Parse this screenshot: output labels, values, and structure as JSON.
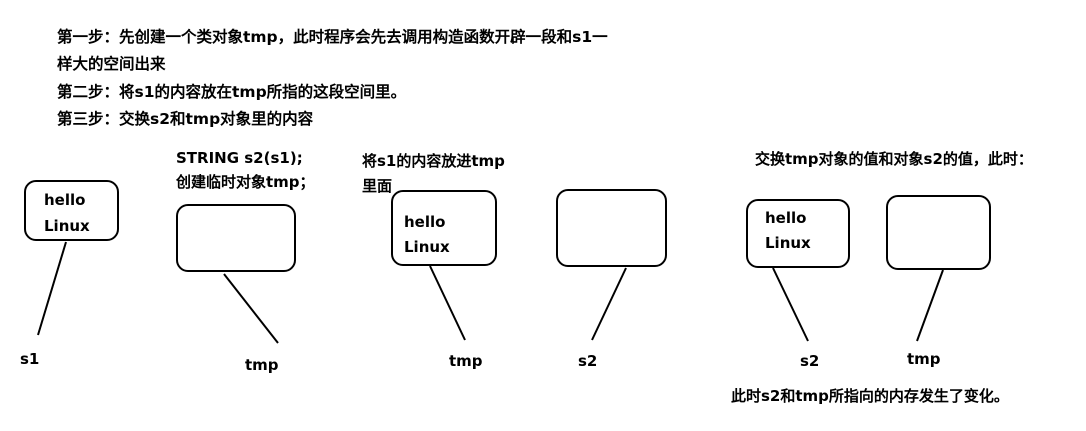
{
  "steps": {
    "step1_line1": "第一步：先创建一个类对象tmp，此时程序会先去调用构造函数开辟一段和s1一",
    "step1_line2": "样大的空间出来",
    "step2": "第二步：将s1的内容放在tmp所指的这段空间里。",
    "step3": "第三步：交换s2和tmp对象里的内容"
  },
  "panel1": {
    "s1_box_lines": [
      "hello",
      "Linux"
    ],
    "s1_label": "s1",
    "caption_line1": "STRING s2(s1);",
    "caption_line2": "创建临时对象tmp；",
    "tmp_label": "tmp"
  },
  "panel2": {
    "caption_line1": "将s1的内容放进tmp",
    "caption_line2": "里面",
    "tmp_box_lines": [
      "hello",
      "Linux"
    ],
    "tmp_label": "tmp",
    "s2_label": "s2"
  },
  "panel3": {
    "caption": "交换tmp对象的值和对象s2的值，此时：",
    "s2_box_lines": [
      "hello",
      "Linux"
    ],
    "s2_label": "s2",
    "tmp_label": "tmp",
    "footer": "此时s2和tmp所指向的内存发生了变化。"
  },
  "colors": {
    "stroke": "#000000",
    "background": "#ffffff"
  }
}
